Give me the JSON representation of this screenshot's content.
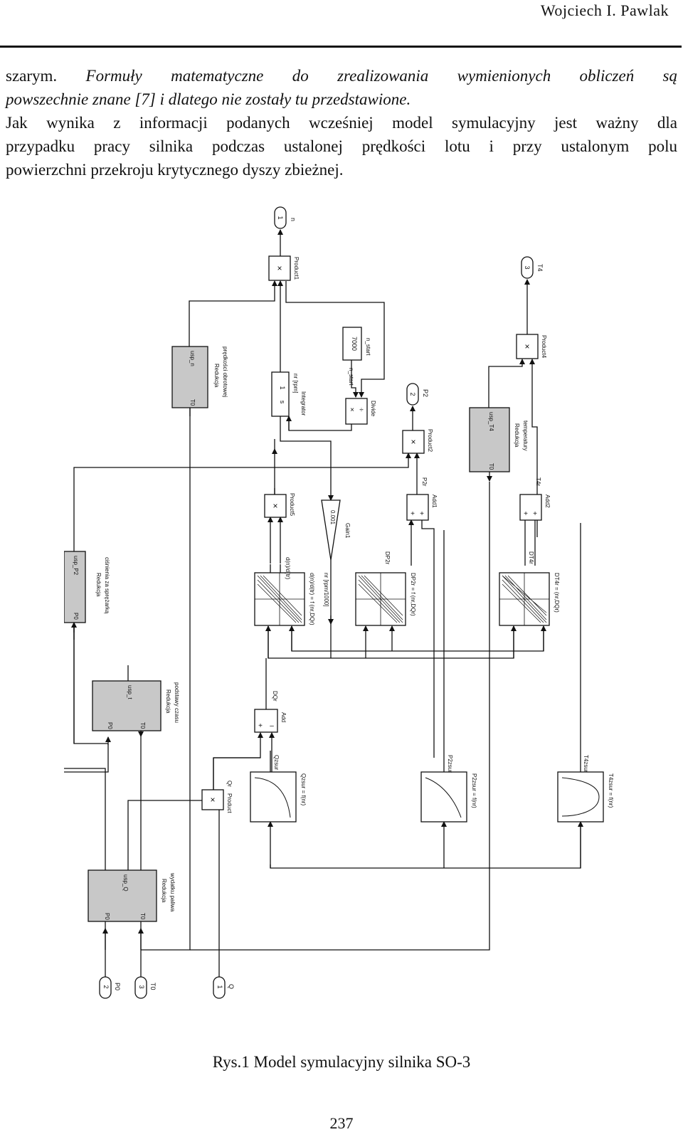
{
  "header": {
    "author": "Wojciech I. Pawlak"
  },
  "paragraph1": {
    "line1_plain": "szarym. ",
    "line1_italic": "Formuły matematyczne do zrealizowania wymienionych obliczeń są",
    "line2_italic": "powszechnie znane [7] i dlatego nie zostały tu przedstawione."
  },
  "paragraph2": {
    "line1": "Jak wynika z informacji podanych wcześniej model symulacyjny jest ważny dla",
    "line2": "przypadku pracy silnika podczas ustalonej prędkości lotu i przy ustalonym polu",
    "line3": "powierzchni przekroju krytycznego dyszy zbieżnej."
  },
  "diagram": {
    "outports": [
      {
        "num": "1",
        "name": "n"
      },
      {
        "num": "3",
        "name": "T4"
      },
      {
        "num": "2",
        "name": "P2"
      }
    ],
    "inports": [
      {
        "num": "2",
        "name": "P0"
      },
      {
        "num": "3",
        "name": "T0"
      },
      {
        "num": "1",
        "name": "Q"
      }
    ],
    "subsystems": {
      "red_n": {
        "port_in": "T0",
        "port_out": "usp_n",
        "label1": "Redukcja",
        "label2": "prędkości obrotowej"
      },
      "red_T4": {
        "port_in": "T0",
        "port_out": "usp_T4",
        "label1": "Redukcja",
        "label2": "temperatury"
      },
      "red_P2": {
        "port_in": "P0",
        "port_out": "usp_P2",
        "label1": "Redukcja",
        "label2": "ciśnienia za sprężarką"
      },
      "red_t": {
        "port_in1": "P0",
        "port_in2": "T0",
        "port_out": "usp_t",
        "label1": "Redukcja",
        "label2": "podstawy czasu"
      },
      "red_Q": {
        "port_in1": "P0",
        "port_in2": "T0",
        "port_out": "usp_Q",
        "label1": "Redukcja",
        "label2": "wydatku paliwa"
      }
    },
    "blocks": {
      "product1": "Product1",
      "product4": "Product4",
      "product2": "Product2",
      "product5": "Product5",
      "product": "Product",
      "integrator_label": "Integrator",
      "integrator_frac_num": "1",
      "integrator_frac_den": "s",
      "integrator_ic": "nr [rpm]",
      "const_value": "7000",
      "const_label": "n_start",
      "divide": "Divide",
      "divide_port": "n_start",
      "gain_value": "0.001",
      "gain_label": "Gain1",
      "add1": "Add1",
      "add2": "Add2",
      "add": "Add",
      "sig_p2r": "P2r",
      "sig_t4r": "T4r",
      "sig_dqr": "DQr",
      "sig_qr": "Qr",
      "sig_dndt": "d(n)/d(tr)",
      "sig_dp2r": "DP2r",
      "sig_dt4r": "DT4r",
      "lut1_label": "d(n)/d(tr) = f (nr,DQr)",
      "lut1_sig": "nr [rpm/1000]",
      "lut2_label": "DP2r = f (nr,DQr)",
      "lut3_label": "DT4r = (nr,DQr)",
      "fn_q": "Qzsur = f(nr)",
      "fn_q_sig": "Qzsur",
      "fn_p2": "P2zsur = f(nr)",
      "fn_p2_sig": "P2zsur",
      "fn_t4": "T4zsur = f(nr)",
      "fn_t4_sig": "T4zsur"
    }
  },
  "caption": "Rys.1  Model symulacyjny silnika SO-3",
  "page_number": "237"
}
